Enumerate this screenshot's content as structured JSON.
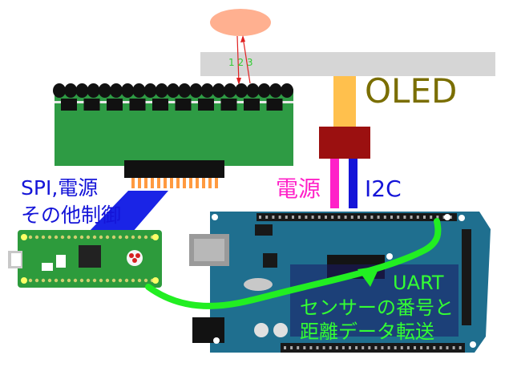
{
  "labels": {
    "oled": "OLED",
    "spi_power": "SPI,電源",
    "other_control": "その他制御",
    "power": "電源",
    "i2c": "I2C",
    "uart": "UART",
    "sensor_number": "センサーの番号と",
    "distance_transfer": "距離データ転送",
    "sensor_ids": "1 2 3"
  },
  "colors": {
    "sensor_board": "#2e9b44",
    "oled_bar": "#d6d6d6",
    "oled_cable": "#ffc04d",
    "connector": "#9b1010",
    "power_wire": "#ff20c8",
    "i2c_wire": "#1414d8",
    "pico_board": "#2d9b3c",
    "arduino_board": "#1f6f8f",
    "uart_arrow": "#22ee22",
    "target": "#ffb090"
  }
}
